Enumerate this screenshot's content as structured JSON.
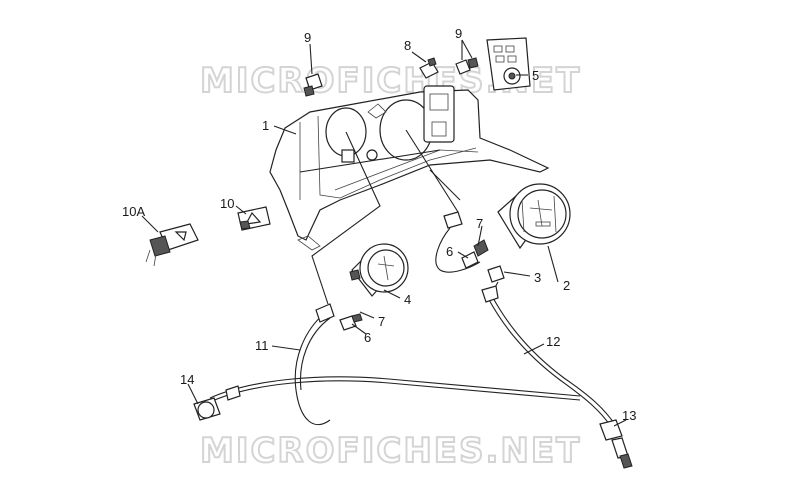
{
  "watermark": {
    "top": "MICROFICHES.NET",
    "bottom": "MICROFICHES.NET"
  },
  "callouts": [
    {
      "id": "c1",
      "label": "1"
    },
    {
      "id": "c2",
      "label": "2"
    },
    {
      "id": "c3",
      "label": "3"
    },
    {
      "id": "c4",
      "label": "4"
    },
    {
      "id": "c5",
      "label": "5"
    },
    {
      "id": "c6a",
      "label": "6"
    },
    {
      "id": "c6b",
      "label": "6"
    },
    {
      "id": "c7a",
      "label": "7"
    },
    {
      "id": "c7b",
      "label": "7"
    },
    {
      "id": "c8",
      "label": "8"
    },
    {
      "id": "c9a",
      "label": "9"
    },
    {
      "id": "c9b",
      "label": "9"
    },
    {
      "id": "c10",
      "label": "10"
    },
    {
      "id": "c10A",
      "label": "10A"
    },
    {
      "id": "c11",
      "label": "11"
    },
    {
      "id": "c12",
      "label": "12"
    },
    {
      "id": "c13",
      "label": "13"
    },
    {
      "id": "c14",
      "label": "14"
    }
  ]
}
